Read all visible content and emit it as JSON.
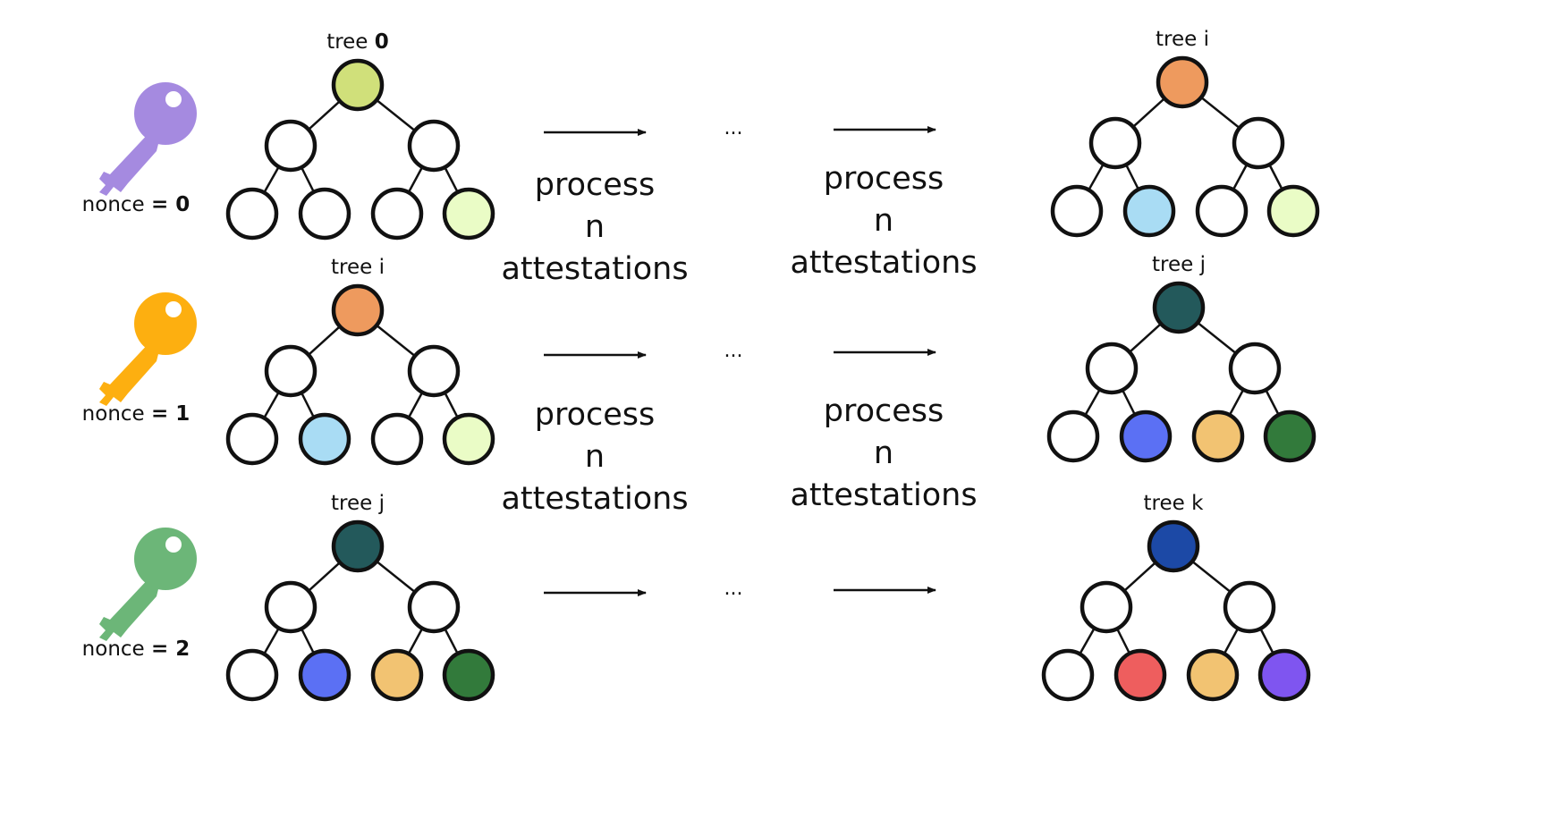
{
  "rows": [
    {
      "nonce": {
        "label": "nonce",
        "eq": "=",
        "value": "0"
      },
      "key_color": "#a58ae0",
      "left_tree": {
        "name": "tree",
        "id": "0",
        "root": "#d0e07a",
        "leaves": [
          "#ffffff",
          "#ffffff",
          "#ffffff",
          "#eafcc6"
        ]
      },
      "right_tree": {
        "name": "tree",
        "id": "i",
        "root": "#ee9a5e",
        "leaves": [
          "#ffffff",
          "#a9dcf4",
          "#ffffff",
          "#eafcc6"
        ]
      },
      "process": {
        "line1": "process",
        "line2": "n",
        "line3": "attestations"
      },
      "ellipsis": "..."
    },
    {
      "nonce": {
        "label": "nonce",
        "eq": "=",
        "value": "1"
      },
      "key_color": "#fdaf10",
      "left_tree": {
        "name": "tree",
        "id": "i",
        "root": "#ee9a5e",
        "leaves": [
          "#ffffff",
          "#a9dcf4",
          "#ffffff",
          "#eafcc6"
        ]
      },
      "right_tree": {
        "name": "tree",
        "id": "j",
        "root": "#23595b",
        "leaves": [
          "#ffffff",
          "#5b70f4",
          "#f2c372",
          "#327a3b"
        ]
      },
      "process": {
        "line1": "process",
        "line2": "n",
        "line3": "attestations"
      },
      "ellipsis": "..."
    },
    {
      "nonce": {
        "label": "nonce",
        "eq": "=",
        "value": "2"
      },
      "key_color": "#6cb678",
      "left_tree": {
        "name": "tree",
        "id": "j",
        "root": "#23595b",
        "leaves": [
          "#ffffff",
          "#5b70f4",
          "#f2c372",
          "#327a3b"
        ]
      },
      "right_tree": {
        "name": "tree",
        "id": "k",
        "root": "#1c49a6",
        "leaves": [
          "#ffffff",
          "#ee5e5e",
          "#f2c372",
          "#7f55f0"
        ]
      },
      "ellipsis": "..."
    }
  ]
}
